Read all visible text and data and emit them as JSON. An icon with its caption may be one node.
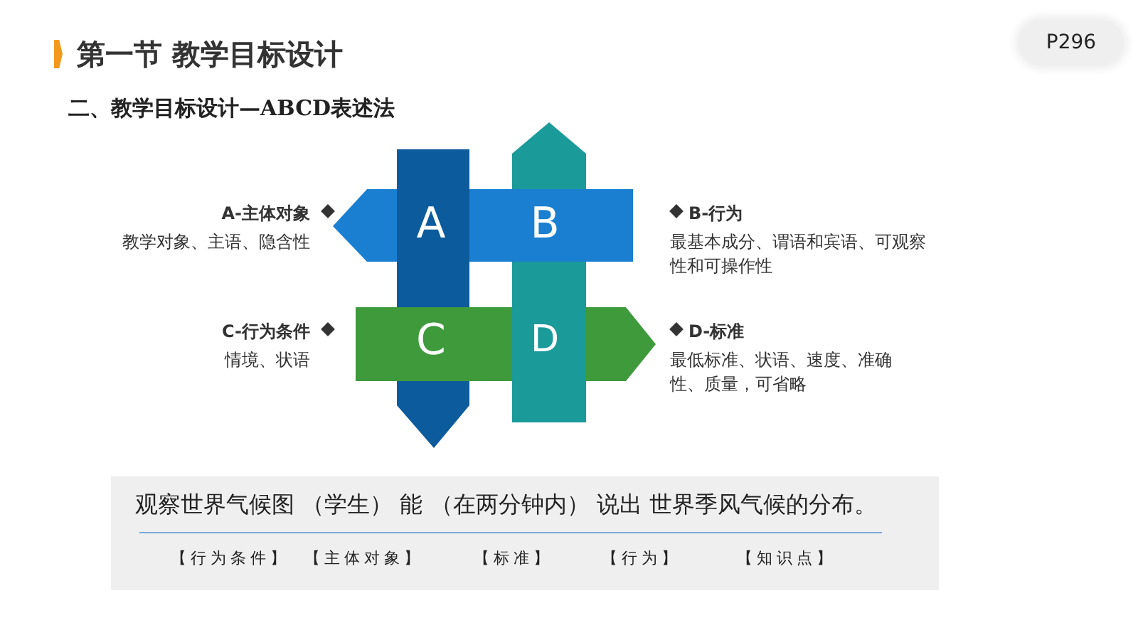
{
  "diagram": {
    "title": "第一节 教学目标设计",
    "nodes": [
      {
        "text": [
          "P296"
        ]
      },
      {
        "text": [
          "观察世界气候图 （学生） 能 （在两分钟内） 说出 世界季风气候的分布。",
          "【行为条件】",
          "【主体对象】",
          "【标准】",
          "【行为】",
          "【知识点】"
        ]
      }
    ],
    "labels": [
      "二、教学目标设计—ABCD表述法",
      "A-主体对象",
      "教学对象、主语、隐含性",
      "A",
      "B",
      "B-行为",
      "最基本成分、谓语和宾语、可观察性和可操作性",
      "C-行为条件",
      "情境、状语",
      "C",
      "D",
      "D-标准",
      "最低标准、状语、速度、准确性、质量，可省略"
    ]
  }
}
